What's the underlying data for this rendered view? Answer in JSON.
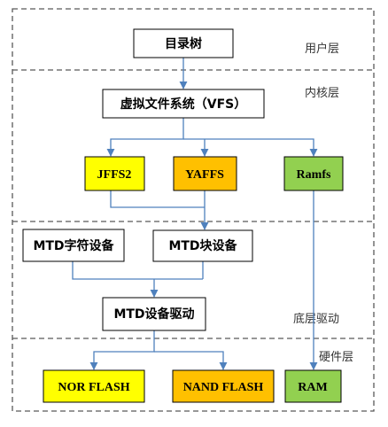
{
  "layers": {
    "user": "用户层",
    "kernel": "内核层",
    "driver": "底层驱动",
    "hardware": "硬件层"
  },
  "nodes": {
    "tree": "目录树",
    "vfs": "虚拟文件系统（VFS）",
    "jffs2": "JFFS2",
    "yaffs": "YAFFS",
    "ramfs": "Ramfs",
    "mtd_char": "MTD字符设备",
    "mtd_block": "MTD块设备",
    "mtd_driver": "MTD设备驱动",
    "nor_flash": "NOR FLASH",
    "nand_flash": "NAND FLASH",
    "ram": "RAM"
  },
  "colors": {
    "yellow": "#ffff00",
    "orange": "#ffc000",
    "green": "#92d050",
    "arrow": "#4f81bd",
    "dash": "#595959"
  }
}
